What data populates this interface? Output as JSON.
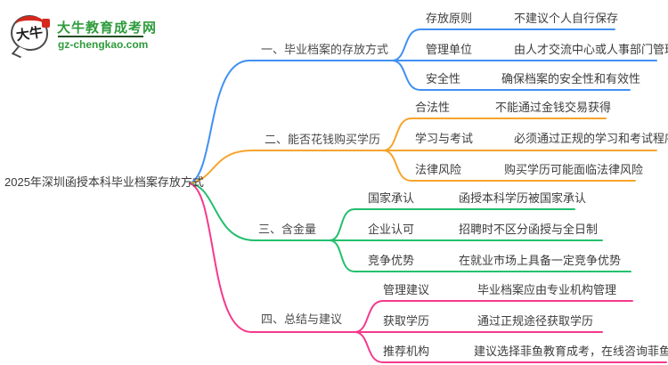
{
  "site": {
    "logo_glyph": "大牛",
    "title": "大牛教育成考网",
    "domain": "gz-chengkao.com",
    "brand_color": "#2e9b3c"
  },
  "central_topic": "2025年深圳函授本科毕业档案存放方式",
  "branches": [
    {
      "label": "一、毕业档案的存放方式",
      "color": "#4190f2",
      "items": [
        {
          "key": "存放原则",
          "value": "不建议个人自行保存"
        },
        {
          "key": "管理单位",
          "value": "由人才交流中心或人事部门管理"
        },
        {
          "key": "安全性",
          "value": "确保档案的安全性和有效性"
        }
      ]
    },
    {
      "label": "二、能否花钱购买学历",
      "color": "#f7a42b",
      "items": [
        {
          "key": "合法性",
          "value": "不能通过金钱交易获得"
        },
        {
          "key": "学习与考试",
          "value": "必须通过正规的学习和考试程序"
        },
        {
          "key": "法律风险",
          "value": "购买学历可能面临法律风险"
        }
      ]
    },
    {
      "label": "三、含金量",
      "color": "#23bf6e",
      "items": [
        {
          "key": "国家承认",
          "value": "函授本科学历被国家承认"
        },
        {
          "key": "企业认可",
          "value": "招聘时不区分函授与全日制"
        },
        {
          "key": "竞争优势",
          "value": "在就业市场上具备一定竞争优势"
        }
      ]
    },
    {
      "label": "四、总结与建议",
      "color": "#f5398c",
      "items": [
        {
          "key": "管理建议",
          "value": "毕业档案应由专业机构管理"
        },
        {
          "key": "获取学历",
          "value": "通过正规途径获取学历"
        },
        {
          "key": "推荐机构",
          "value": "建议选择菲鱼教育成考，在线咨询菲鱼老师"
        }
      ]
    }
  ]
}
